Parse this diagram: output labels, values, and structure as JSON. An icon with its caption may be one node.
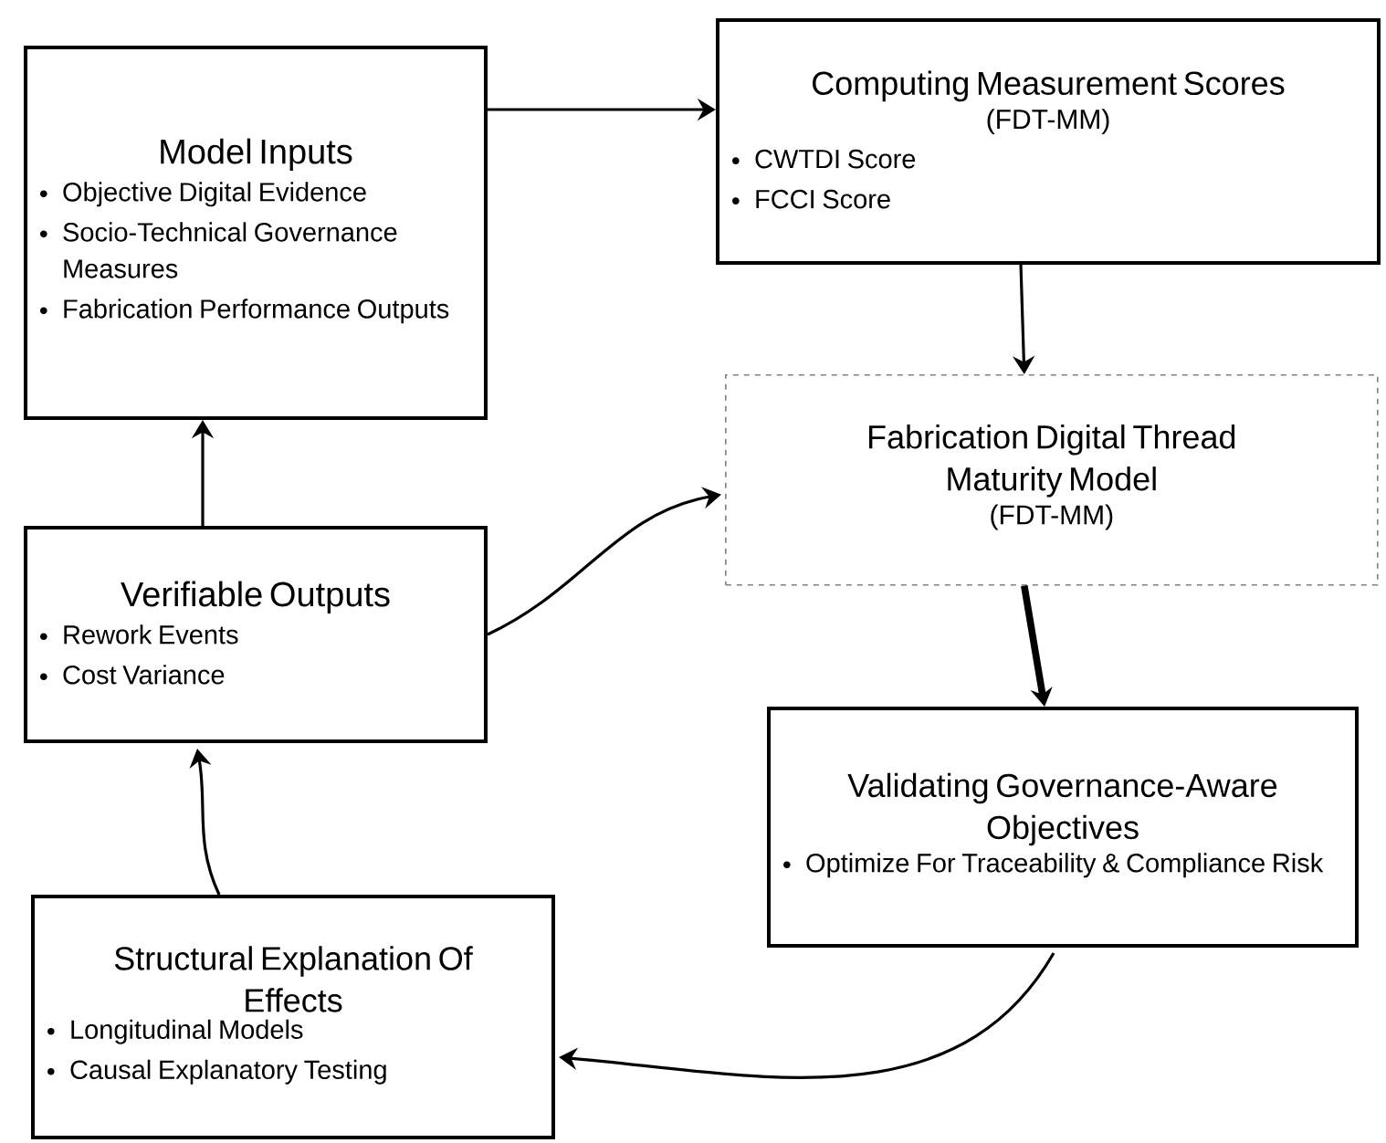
{
  "diagram": {
    "nodes": [
      {
        "text": [
          "Model Inputs",
          "Objective Digital Evidence",
          "Socio-Technical Governance Measures",
          "Fabrication Performance Outputs"
        ]
      },
      {
        "text": [
          "Computing Measurement Scores",
          "(FDT-MM)",
          "CWTDI Score",
          "FCCI Score"
        ]
      },
      {
        "text": [
          "Fabrication Digital Thread Maturity Model",
          "(FDT-MM)"
        ]
      },
      {
        "text": [
          "Verifiable Outputs",
          "Rework Events",
          "Cost Variance"
        ]
      },
      {
        "text": [
          "Validating Governance-Aware Objectives",
          "Optimize For Traceability & Compliance Risk"
        ]
      },
      {
        "text": [
          "Structural Explanation Of Effects",
          "Longitudinal Models",
          "Causal Explanatory Testing"
        ]
      }
    ],
    "edges": [
      {
        "from": 0,
        "to": 1,
        "arrow": "to"
      },
      {
        "from": 1,
        "to": 2,
        "arrow": "to"
      },
      {
        "from": 2,
        "to": 4,
        "arrow": "to",
        "style": "thick"
      },
      {
        "from": 4,
        "to": 5,
        "arrow": "to"
      },
      {
        "from": 5,
        "to": 3,
        "arrow": "to"
      },
      {
        "from": 3,
        "to": 0,
        "arrow": "to"
      },
      {
        "from": 3,
        "to": 2,
        "arrow": "to"
      }
    ]
  }
}
